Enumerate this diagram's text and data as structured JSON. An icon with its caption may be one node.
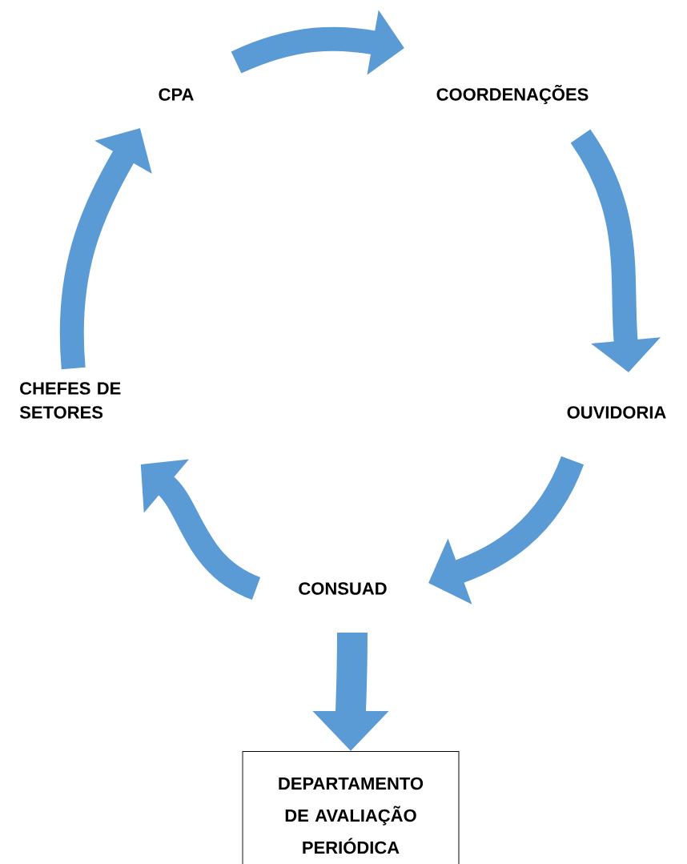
{
  "diagram": {
    "nodes": [
      {
        "text": [
          "CPA"
        ]
      },
      {
        "text": [
          "COORDENAÇÕES"
        ]
      },
      {
        "text": [
          "OUVIDORIA"
        ]
      },
      {
        "text": [
          "CONSUAD"
        ]
      },
      {
        "text": [
          "CHEFES DE SETORES"
        ]
      },
      {
        "text": [
          "DEPARTAMENTO DE AVALIAÇÃO PERIÓDICA"
        ]
      }
    ],
    "edges": [
      {
        "from": 0,
        "to": 1,
        "arrow": "to"
      },
      {
        "from": 1,
        "to": 2,
        "arrow": "to"
      },
      {
        "from": 2,
        "to": 3,
        "arrow": "to"
      },
      {
        "from": 3,
        "to": 4,
        "arrow": "to"
      },
      {
        "from": 4,
        "to": 0,
        "arrow": "to"
      },
      {
        "from": 3,
        "to": 5,
        "arrow": "to"
      }
    ]
  }
}
